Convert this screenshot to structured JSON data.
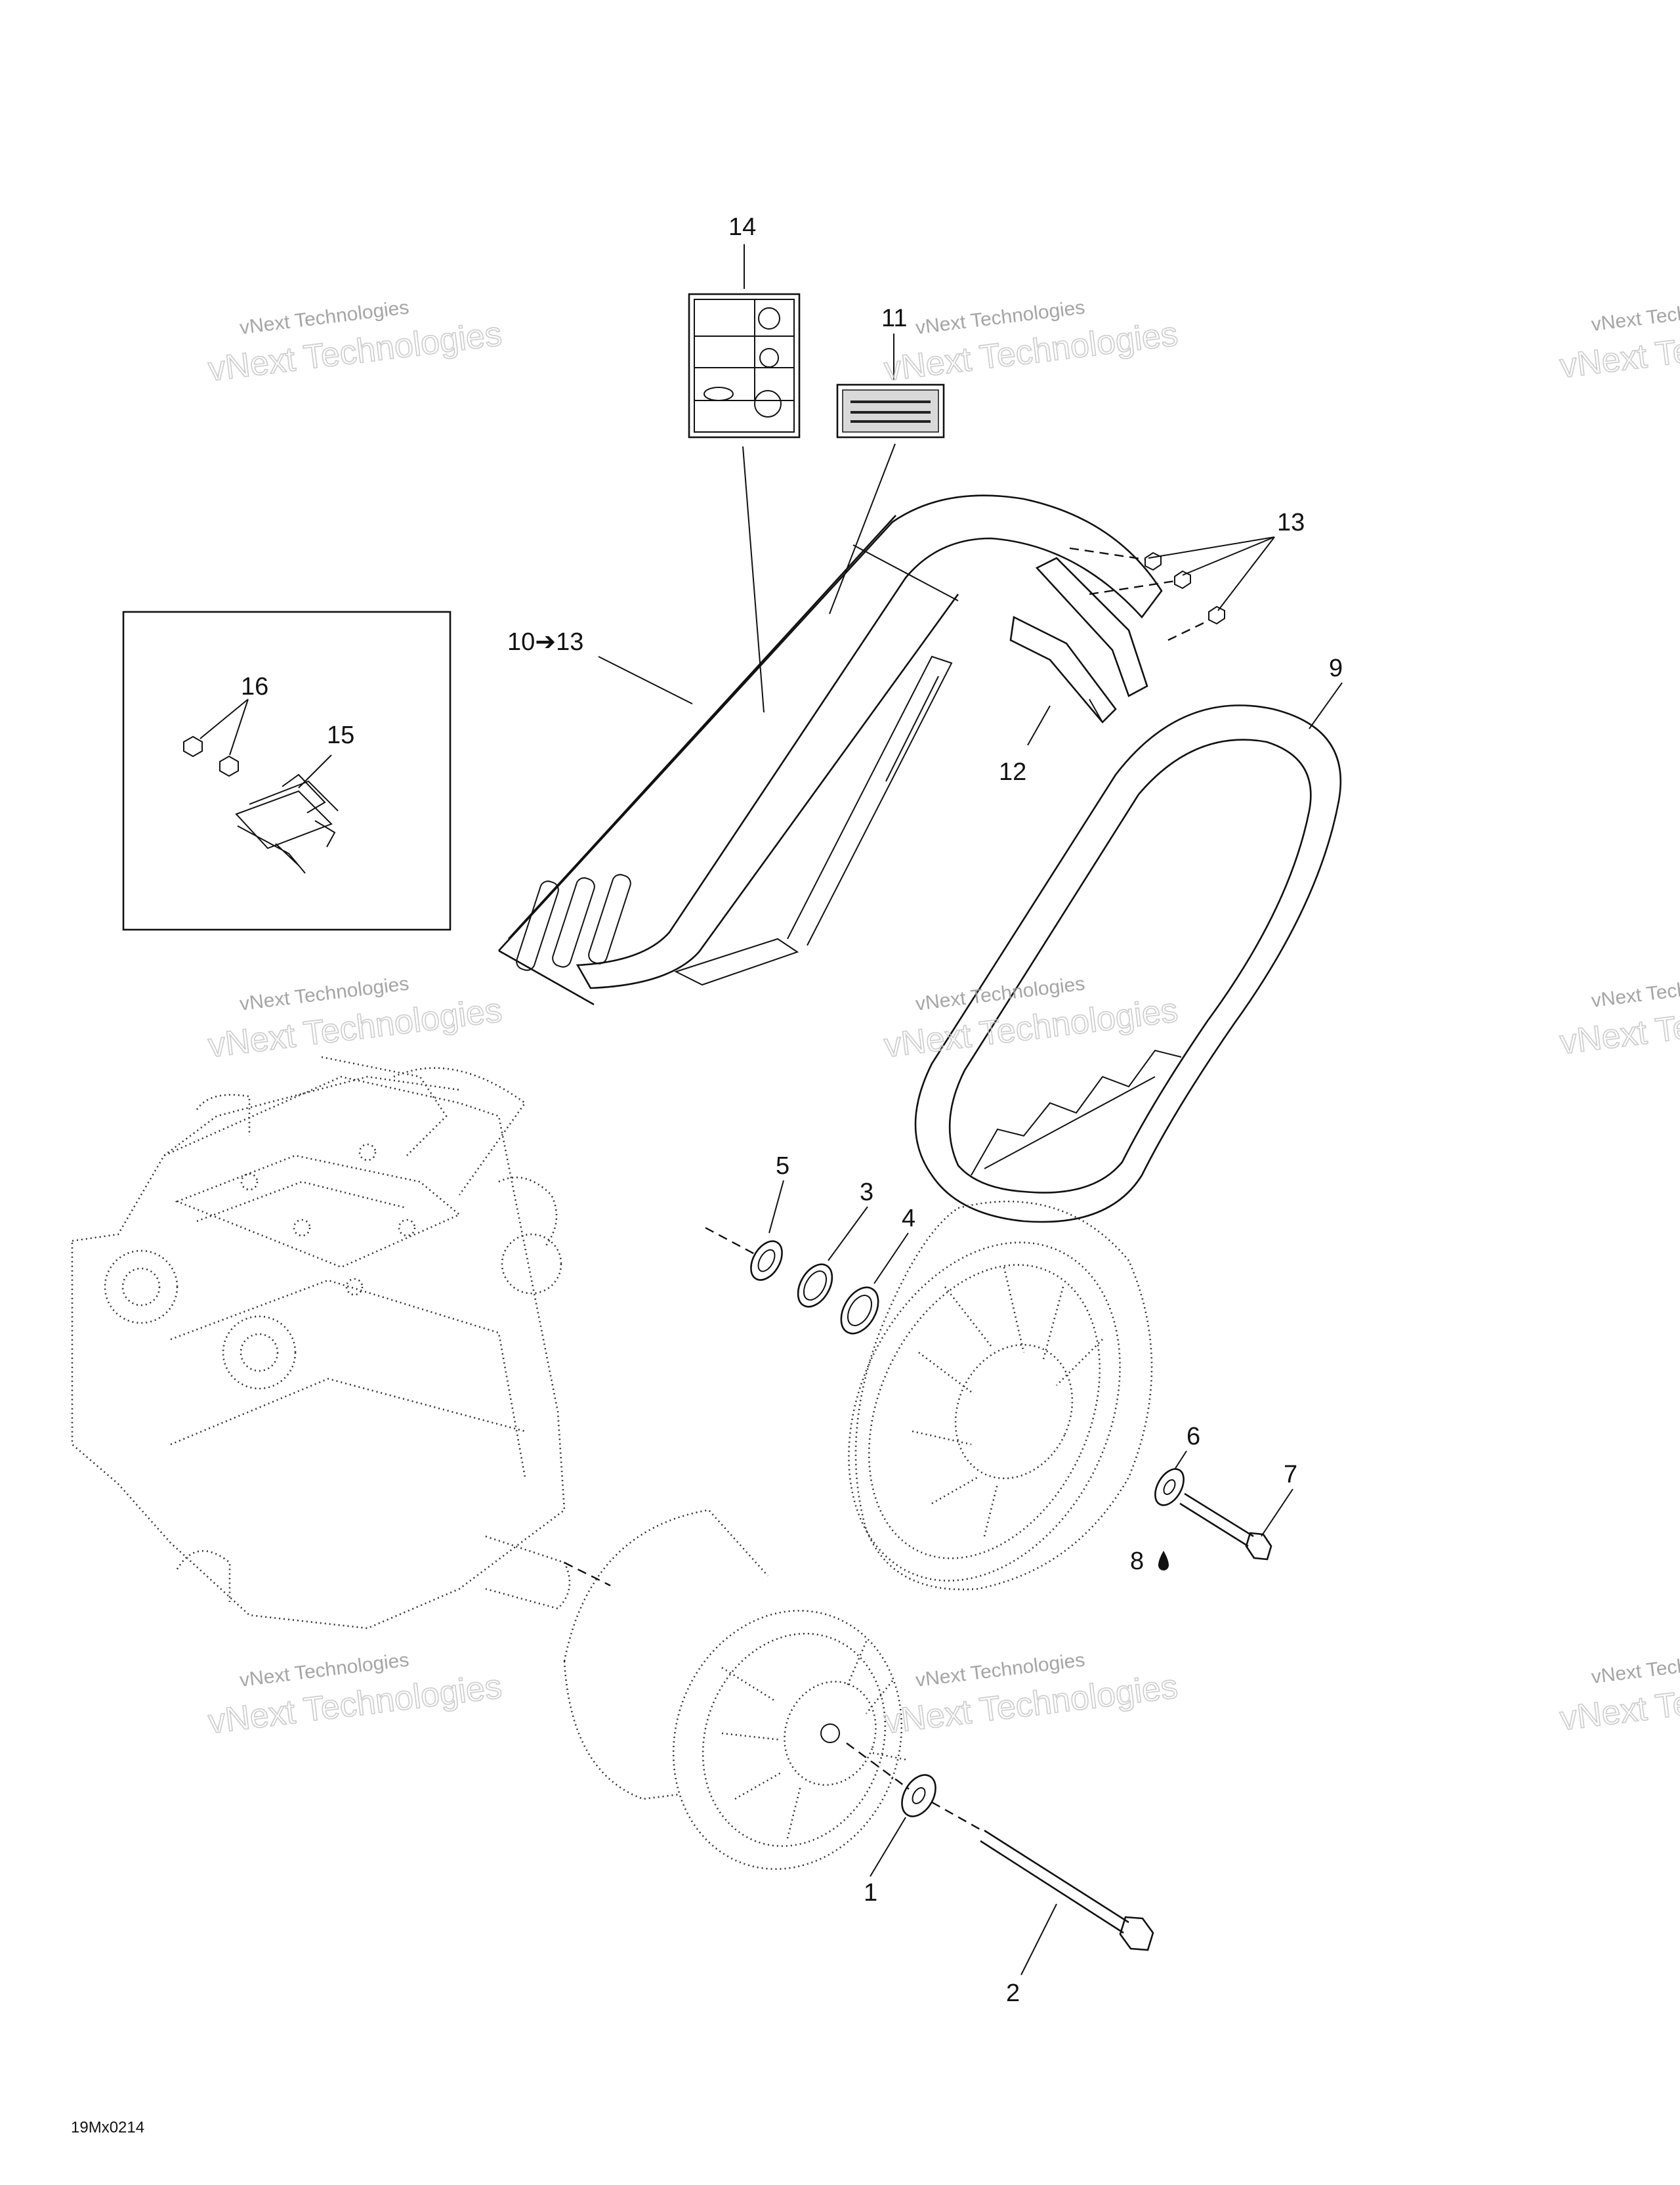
{
  "diagram": {
    "figure_code": "19Mx0214",
    "watermark_line1": "vNext Technologies",
    "watermark_line2": "vNext Technologies",
    "callouts": {
      "c1": "1",
      "c2": "2",
      "c3": "3",
      "c4": "4",
      "c5": "5",
      "c6": "6",
      "c7": "7",
      "c8": "8",
      "c9": "9",
      "c10": "10➔13",
      "c11": "11",
      "c12": "12",
      "c13": "13",
      "c14": "14",
      "c15": "15",
      "c16": "16"
    }
  }
}
